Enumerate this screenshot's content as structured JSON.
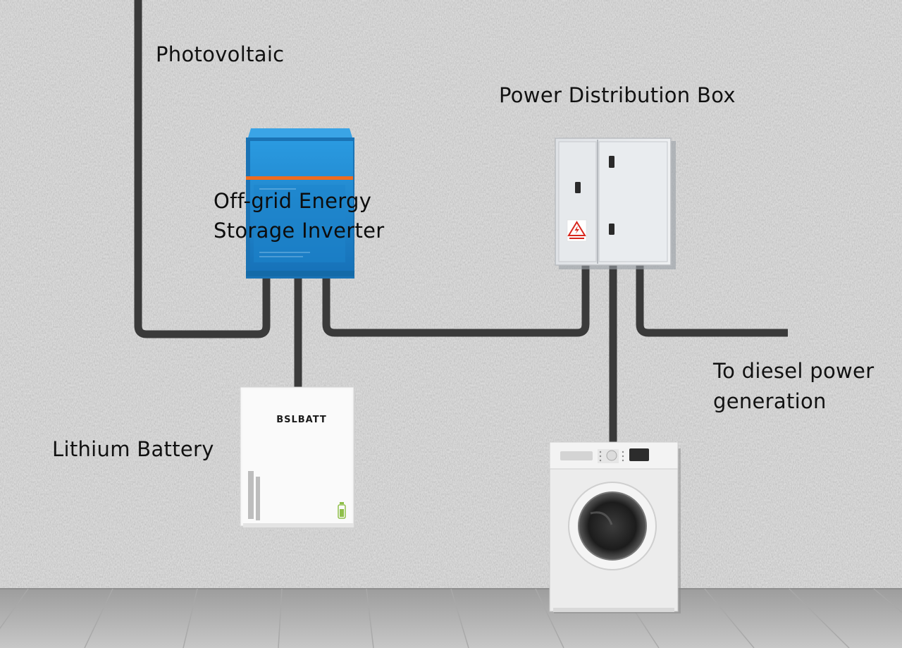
{
  "labels": {
    "photovoltaic": "Photovoltaic",
    "distribution_box": "Power Distribution Box",
    "inverter_line1": "Off-grid Energy",
    "inverter_line2": "Storage Inverter",
    "lithium_battery": "Lithium Battery",
    "diesel_line1": "To diesel power",
    "diesel_line2": "generation"
  },
  "battery": {
    "brand": "BSLBATT"
  },
  "colors": {
    "wall": "#d9d9d9",
    "floor": "#b9b9b9",
    "cable": "#3b3b3b",
    "inverter_blue": "#1e88d0",
    "inverter_stripe": "#ef6b1e",
    "cabinet": "#e3e6e9",
    "washer": "#ececec",
    "battery": "#f7f7f7",
    "warning": "#d8261c"
  }
}
